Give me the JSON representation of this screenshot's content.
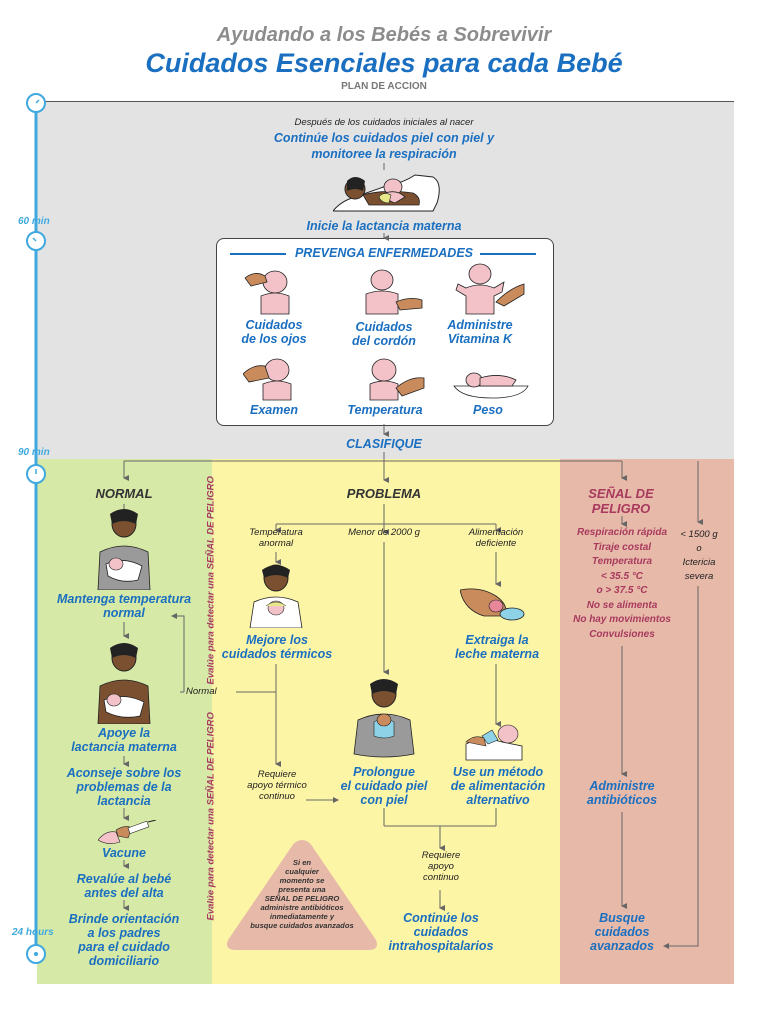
{
  "header": {
    "subtitle": "Ayudando a los Bebés a Sobrevivir",
    "title": "Cuidados Esenciales para cada Bebé",
    "plan": "PLAN DE ACCION"
  },
  "timeline": {
    "t60": "60 min",
    "t90": "90 min",
    "t24": "24 hours"
  },
  "top": {
    "after_birth": "Después de los cuidados iniciales al nacer",
    "continue_skin": "Continúe los cuidados piel con piel y",
    "monitor_breath": "monitoree la respiración",
    "start_breastfeeding": "Inicie la lactancia materna"
  },
  "prevent": {
    "title": "PREVENGA ENFERMEDADES",
    "items": [
      {
        "line1": "Cuidados",
        "line2": "de los ojos"
      },
      {
        "line1": "Cuidados",
        "line2": "del cordón"
      },
      {
        "line1": "Administre",
        "line2": "Vitamina K"
      },
      {
        "line1": "Examen",
        "line2": ""
      },
      {
        "line1": "Temperatura",
        "line2": ""
      },
      {
        "line1": "Peso",
        "line2": ""
      }
    ]
  },
  "classify": "CLASIFIQUE",
  "normal": {
    "title": "NORMAL",
    "step1": [
      "Mantenga temperatura",
      "normal"
    ],
    "step2": [
      "Apoye la",
      "lactancia materna"
    ],
    "step3": [
      "Aconseje sobre los",
      "problemas de la",
      "lactancia"
    ],
    "step4": [
      "Vacune"
    ],
    "step5": [
      "Revalúe al bebé",
      "antes del alta"
    ],
    "step6": [
      "Brinde orientación",
      "a los padres",
      "para el cuidado",
      "domiciliario"
    ]
  },
  "side_label": "Evalúe para detectar una SEÑAL DE PELIGRO",
  "problem": {
    "title": "PROBLEMA",
    "col1_head": [
      "Temperatura",
      "anormal"
    ],
    "col2_head": [
      "Menor  de 2000 g"
    ],
    "col3_head": [
      "Alimentación",
      "deficiente"
    ],
    "improve": [
      "Mejore los",
      "cuidados térmicos"
    ],
    "extract": [
      "Extraiga la",
      "leche materna"
    ],
    "normal_tag": "Normal",
    "requires_thermal": [
      "Requiere",
      "apoyo térmico",
      "continuo"
    ],
    "prolong": [
      "Prolongue",
      "el cuidado piel",
      "con piel"
    ],
    "alt_method": [
      "Use un método",
      "de alimentación",
      "alternativo"
    ],
    "requires_support": [
      "Requiere",
      "apoyo",
      "continuo"
    ],
    "continue_hospital": [
      "Continúe los",
      "cuidados",
      "intrahospitalarios"
    ],
    "triangle": [
      "Si en",
      "cualquier",
      "momento se",
      "presenta una",
      "SEÑAL DE PELIGRO",
      "administre antibióticos",
      "inmediatamente y",
      "busque cuidados avanzados"
    ]
  },
  "danger": {
    "title": [
      "SEÑAL DE",
      "PELIGRO"
    ],
    "signs": [
      "Respiración rápida",
      "Tiraje costal",
      "Temperatura",
      "< 35.5 °C",
      "o > 37.5 °C",
      "No se alimenta",
      "No hay movimientos",
      "Convulsiones"
    ],
    "side": [
      "< 1500 g",
      "o",
      "Ictericia",
      "severa"
    ],
    "antibiotics": [
      "Administre",
      "antibióticos"
    ],
    "seek": [
      "Busque",
      "cuidados",
      "avanzados"
    ]
  },
  "colors": {
    "top_bg": "#e3e3e3",
    "normal_bg": "#d6e9a6",
    "problem_bg": "#fdf5a6",
    "danger_bg": "#e7b9a9",
    "accent": "#1a6fc0",
    "danger_text": "#a83a5e",
    "timeline": "#3fa9df"
  }
}
